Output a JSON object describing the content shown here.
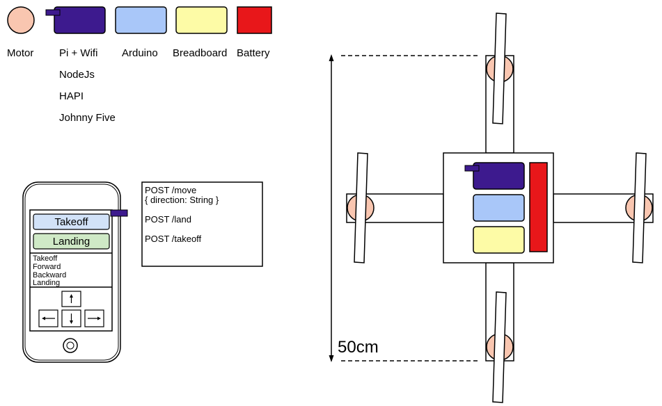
{
  "legend": {
    "motor": {
      "label": "Motor",
      "color": "#f9c6b0"
    },
    "pi": {
      "label": "Pi + Wifi",
      "color": "#3d1a8e"
    },
    "arduino": {
      "label": "Arduino",
      "color": "#a9c7f9"
    },
    "breadboard": {
      "label": "Breadboard",
      "color": "#fdfba6"
    },
    "battery": {
      "label": "Battery",
      "color": "#e8171a"
    },
    "pi_stack": [
      "NodeJs",
      "HAPI",
      "Johnny Five"
    ]
  },
  "phone": {
    "takeoff_button": "Takeoff",
    "landing_button": "Landing",
    "log": [
      "Takeoff",
      "Forward",
      "Backward",
      "Landing"
    ],
    "arrows": {
      "up": "up-arrow-icon",
      "left": "left-arrow-icon",
      "down": "down-arrow-icon",
      "right": "right-arrow-icon"
    },
    "takeoff_color": "#d2e2f8",
    "landing_color": "#cfe9c6"
  },
  "api": {
    "lines": [
      "POST /move",
      "{ direction: String }",
      "POST /land",
      "POST /takeoff"
    ]
  },
  "drone": {
    "dimension_label": "50cm"
  }
}
